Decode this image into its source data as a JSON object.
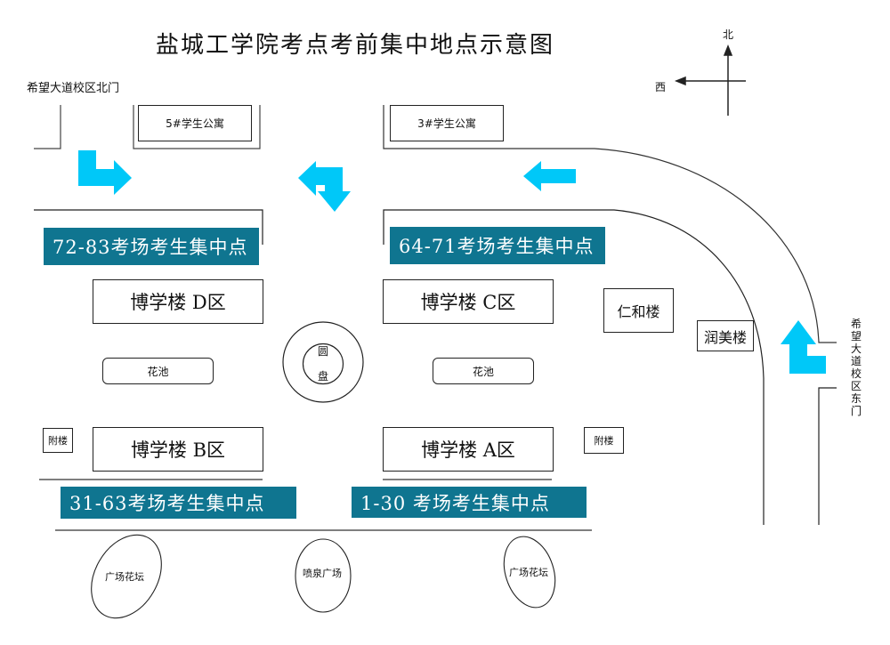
{
  "title": "盐城工学院考点考前集中地点示意图",
  "compass": {
    "north": "北",
    "west": "西"
  },
  "gates": {
    "north_gate": "希望大道校区北门",
    "east_gate": "希望大道校区东门"
  },
  "dorms": {
    "dorm5": "5#学生公寓",
    "dorm3": "3#学生公寓"
  },
  "gathering_points": [
    {
      "label": "72-83考场考生集中点",
      "area": "top-left"
    },
    {
      "label": "64-71考场考生集中点",
      "area": "top-right"
    },
    {
      "label": "31-63考场考生集中点",
      "area": "bottom-left"
    },
    {
      "label": "1-30 考场考生集中点",
      "area": "bottom-right"
    }
  ],
  "buildings": {
    "bxl_d": "博学楼 D区",
    "bxl_c": "博学楼 C区",
    "bxl_b": "博学楼 B区",
    "bxl_a": "博学楼 A区",
    "renhe": "仁和楼",
    "runmei": "润美楼",
    "annex_left": "附楼",
    "annex_right": "附楼"
  },
  "features": {
    "flowerbed_left": "花池",
    "flowerbed_right": "花池",
    "roundabout_top": "圆",
    "roundabout_bottom": "盘",
    "plaza_flower_left": "广场花坛",
    "fountain_plaza": "喷泉广场",
    "plaza_flower_right": "广场花坛"
  },
  "colors": {
    "banner": "#0f7590",
    "arrow": "#00c8f8",
    "line": "#222222"
  }
}
